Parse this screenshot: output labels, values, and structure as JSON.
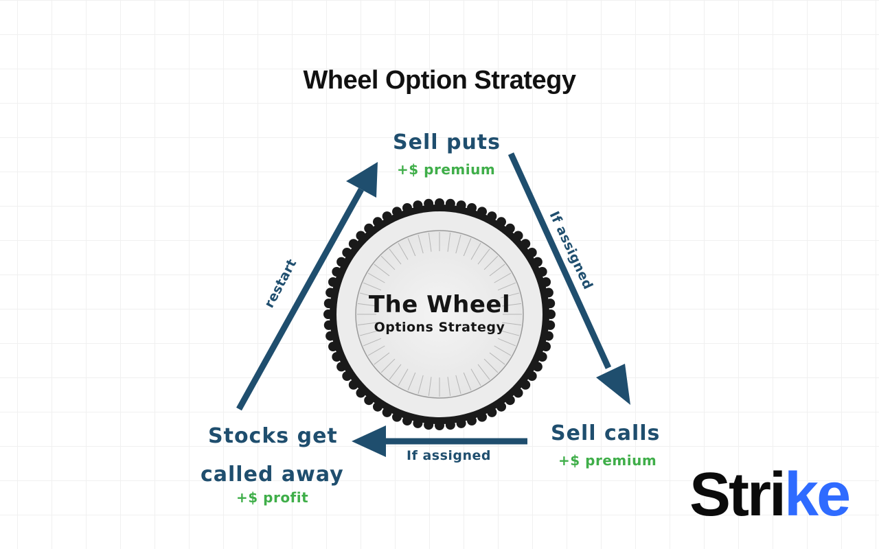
{
  "title": "Wheel Option Strategy",
  "wheel": {
    "title": "The Wheel",
    "subtitle": "Options Strategy"
  },
  "steps": {
    "sell_puts": {
      "label": "Sell puts",
      "gain": "+$ premium"
    },
    "sell_calls": {
      "label": "Sell calls",
      "gain": "+$ premium"
    },
    "called_away": {
      "label_line1": "Stocks get",
      "label_line2": "called away",
      "gain": "+$ profit"
    }
  },
  "arrows": {
    "puts_to_calls": "If assigned",
    "calls_to_called_away": "If assigned",
    "called_away_to_puts": "restart"
  },
  "logo": {
    "text_main": "Stri",
    "text_accent": "ke"
  },
  "colors": {
    "step_text": "#1f4e6e",
    "arrow": "#1f4e6e",
    "gain_text": "#3fae49",
    "logo_accent": "#2f6bff"
  }
}
